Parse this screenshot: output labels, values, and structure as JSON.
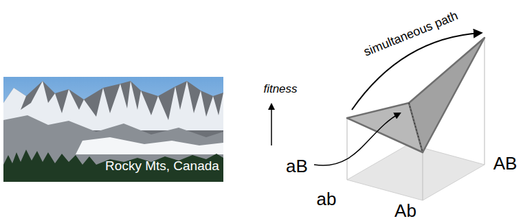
{
  "diagram": {
    "labels": [
      "Rocky Mts, Canada",
      "fitness",
      "simultaneous path",
      "aB",
      "ab",
      "Ab",
      "AB"
    ]
  }
}
